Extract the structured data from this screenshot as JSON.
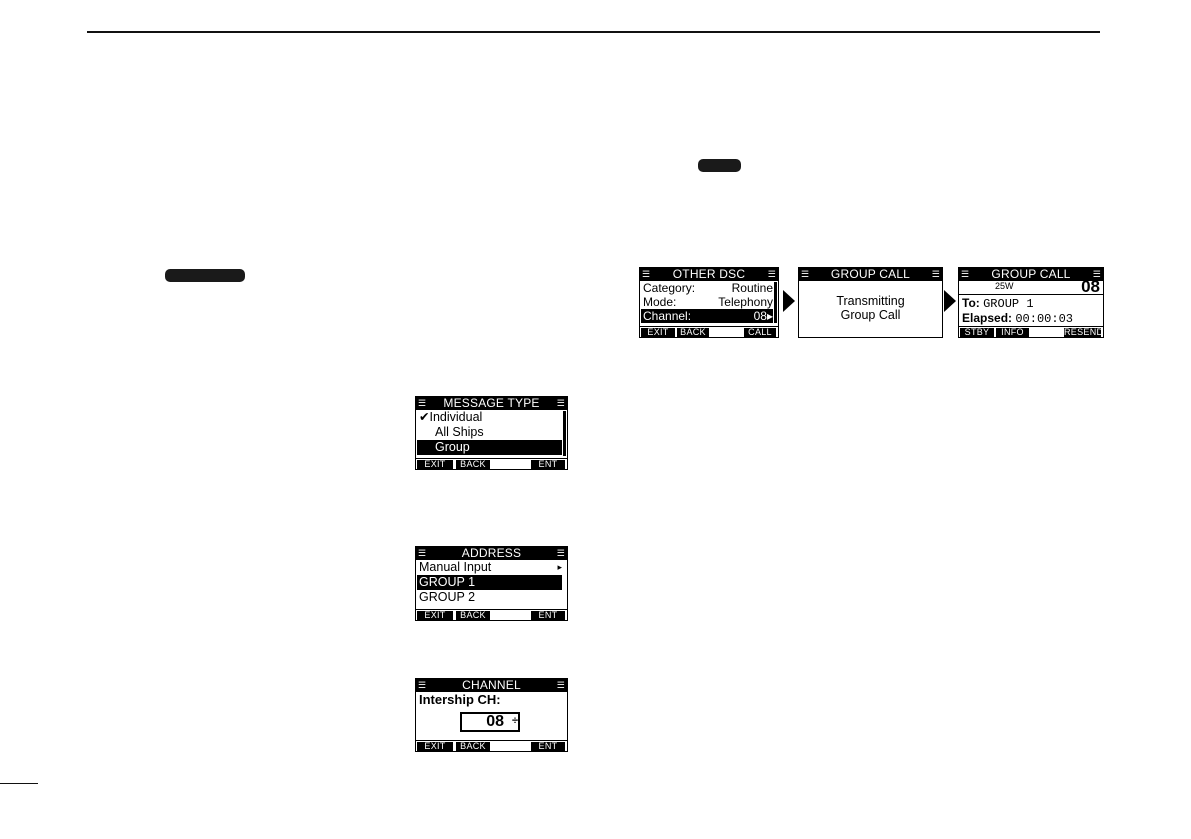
{
  "screens": {
    "message_type": {
      "title": "MESSAGE TYPE",
      "items": [
        "Individual",
        "All Ships",
        "Group"
      ],
      "checked": "✔",
      "softkeys": [
        "EXIT",
        "BACK",
        "ENT"
      ]
    },
    "address": {
      "title": "ADDRESS",
      "items": [
        "Manual Input",
        "GROUP 1",
        "GROUP 2"
      ],
      "submenu_arrow": "▸",
      "softkeys": [
        "EXIT",
        "BACK",
        "ENT"
      ]
    },
    "channel": {
      "title": "CHANNEL",
      "label": "Intership CH:",
      "value": "08",
      "stepper": "÷",
      "softkeys": [
        "EXIT",
        "BACK",
        "ENT"
      ]
    },
    "other_dsc": {
      "title": "OTHER DSC",
      "rows": [
        {
          "label": "Category:",
          "value": "Routine"
        },
        {
          "label": "Mode:",
          "value": "Telephony"
        },
        {
          "label": "Channel:",
          "value": "08▸"
        }
      ],
      "softkeys": [
        "EXIT",
        "BACK",
        "CALL"
      ]
    },
    "group_call_tx": {
      "title": "GROUP CALL",
      "line1": "Transmitting",
      "line2": "Group Call"
    },
    "group_call_status": {
      "title": "GROUP CALL",
      "power": "25W",
      "channel": "08",
      "to_label": "To:",
      "to_value": "GROUP 1",
      "elapsed_label": "Elapsed:",
      "elapsed_value": "00:00:03",
      "softkeys": [
        "STBY",
        "INFO",
        "RESEND"
      ]
    }
  },
  "menu_glyph": "☰"
}
